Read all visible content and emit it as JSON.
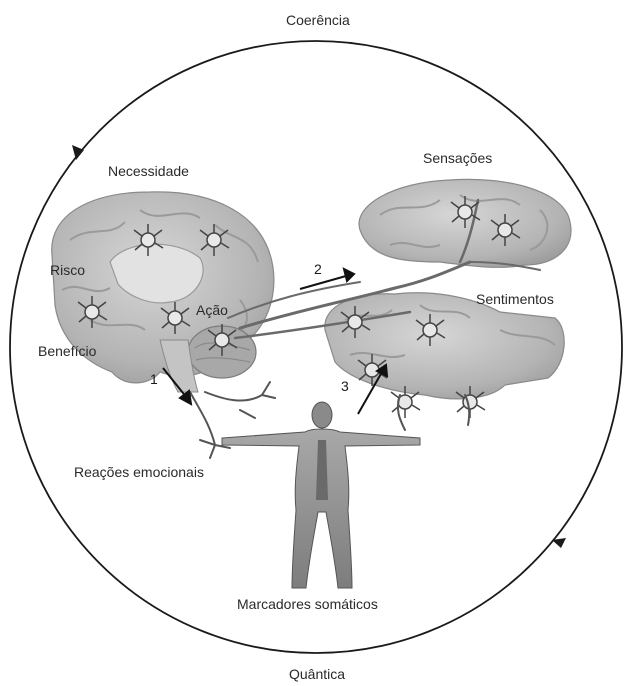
{
  "labels": {
    "top": "Coerência",
    "bottom": "Quântica",
    "necessidade": "Necessidade",
    "sensacoes": "Sensações",
    "risco": "Risco",
    "acao": "Ação",
    "sentimentos": "Sentimentos",
    "beneficio": "Benefício",
    "reacoes": "Reações emocionais",
    "marcadores": "Marcadores somáticos"
  },
  "arrows": {
    "a1": "1",
    "a2": "2",
    "a3": "3"
  },
  "colors": {
    "brain": "#bdbdbd",
    "brain_dark": "#8f8f8f",
    "neuron": "#555555",
    "body": "#9a9a9a",
    "body_dark": "#6e6e6e",
    "circle": "#1a1a1a"
  }
}
